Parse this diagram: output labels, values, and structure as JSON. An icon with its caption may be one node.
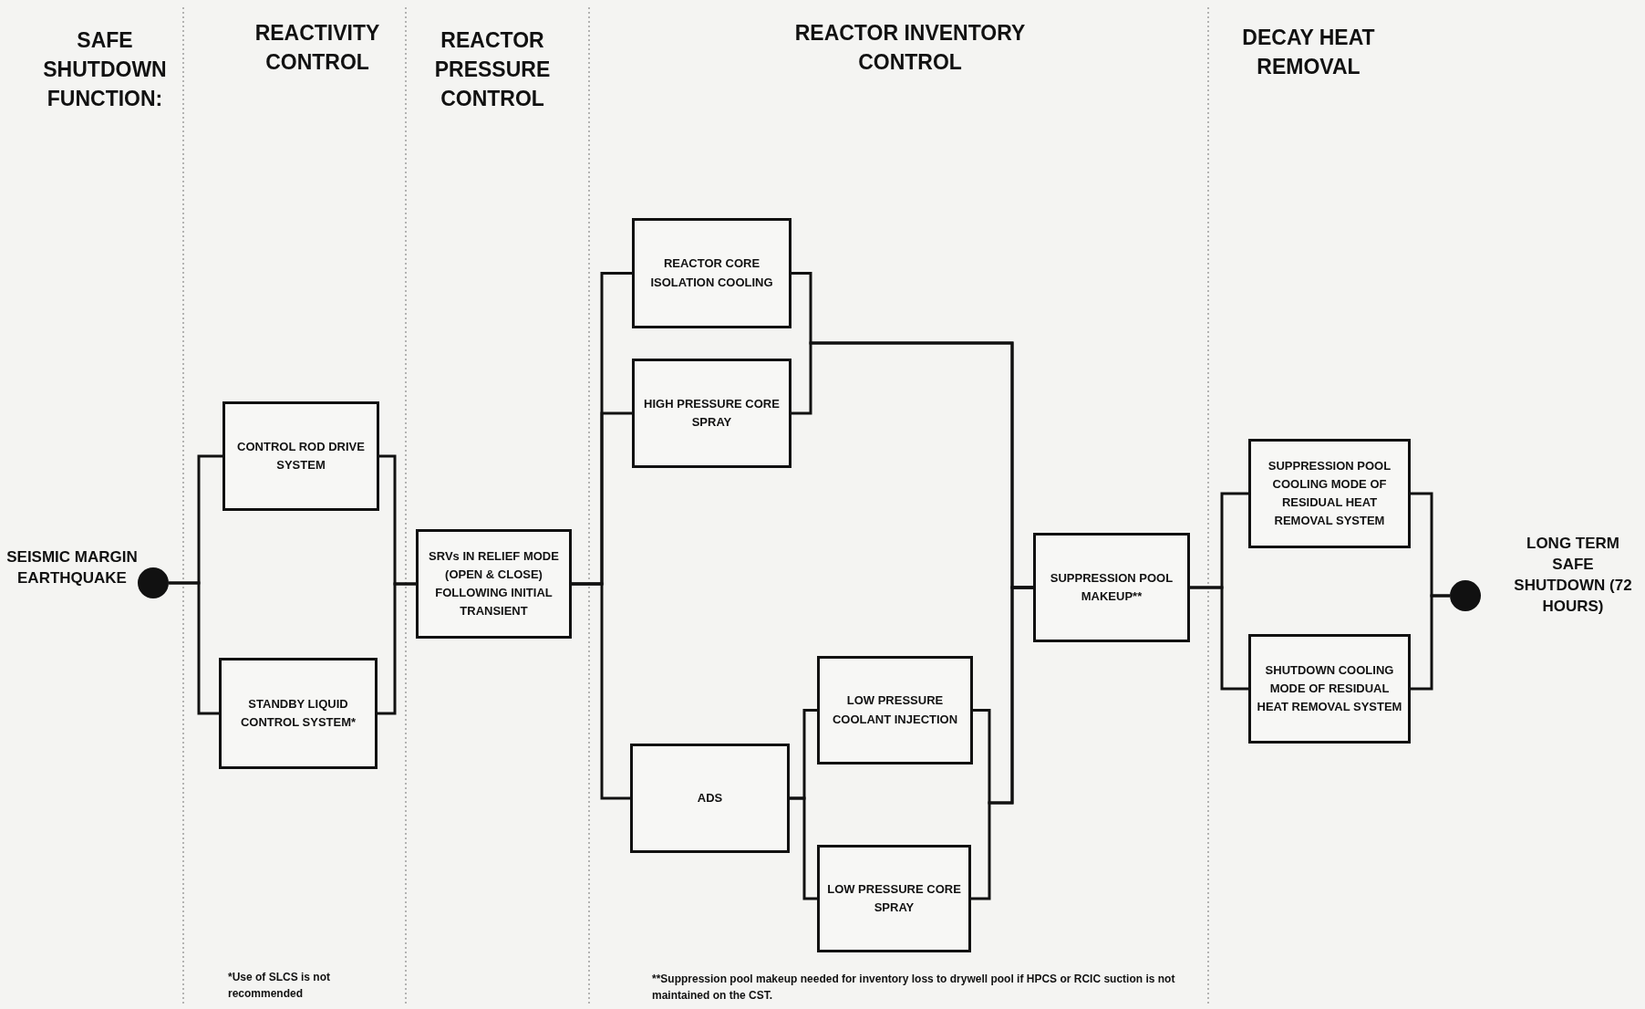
{
  "diagram": {
    "nodes": [
      {
        "text": [],
        "shape": "circle",
        "beside": [
          "SEISMIC MARGIN EARTHQUAKE"
        ]
      },
      {
        "text": [
          "CONTROL ROD DRIVE SYSTEM"
        ]
      },
      {
        "text": [
          "STANDBY LIQUID CONTROL SYSTEM*"
        ]
      },
      {
        "text": [
          "SRVs IN RELIEF MODE (OPEN & CLOSE) FOLLOWING INITIAL TRANSIENT"
        ]
      },
      {
        "text": [
          "REACTOR CORE ISOLATION COOLING"
        ]
      },
      {
        "text": [
          "HIGH PRESSURE CORE SPRAY"
        ]
      },
      {
        "text": [
          "ADS"
        ]
      },
      {
        "text": [
          "LOW PRESSURE COOLANT INJECTION"
        ]
      },
      {
        "text": [
          "LOW PRESSURE CORE SPRAY"
        ]
      },
      {
        "text": [
          "SUPPRESSION POOL MAKEUP**"
        ]
      },
      {
        "text": [
          "SUPPRESSION POOL COOLING MODE OF RESIDUAL HEAT REMOVAL SYSTEM"
        ]
      },
      {
        "text": [
          "SHUTDOWN COOLING MODE OF RESIDUAL HEAT REMOVAL SYSTEM"
        ]
      },
      {
        "text": [],
        "shape": "circle",
        "beside": [
          "LONG TERM SAFE SHUTDOWN (72 HOURS)"
        ]
      }
    ],
    "edges": [
      {
        "from": 0,
        "to": 1,
        "arrow": "none"
      },
      {
        "from": 0,
        "to": 2,
        "arrow": "none"
      },
      {
        "from": 1,
        "to": 3,
        "arrow": "none"
      },
      {
        "from": 2,
        "to": 3,
        "arrow": "none"
      },
      {
        "from": 3,
        "to": 4,
        "arrow": "none"
      },
      {
        "from": 3,
        "to": 5,
        "arrow": "none"
      },
      {
        "from": 3,
        "to": 6,
        "arrow": "none"
      },
      {
        "from": 4,
        "to": 9,
        "arrow": "none"
      },
      {
        "from": 5,
        "to": 9,
        "arrow": "none"
      },
      {
        "from": 6,
        "to": 7,
        "arrow": "none"
      },
      {
        "from": 6,
        "to": 8,
        "arrow": "none"
      },
      {
        "from": 7,
        "to": 9,
        "arrow": "none"
      },
      {
        "from": 8,
        "to": 9,
        "arrow": "none"
      },
      {
        "from": 9,
        "to": 10,
        "arrow": "none"
      },
      {
        "from": 9,
        "to": 11,
        "arrow": "none"
      },
      {
        "from": 10,
        "to": 12,
        "arrow": "none"
      },
      {
        "from": 11,
        "to": 12,
        "arrow": "none"
      }
    ],
    "labels": [
      "SAFE SHUTDOWN FUNCTION:",
      "REACTIVITY CONTROL",
      "REACTOR PRESSURE CONTROL",
      "REACTOR INVENTORY CONTROL",
      "DECAY HEAT REMOVAL",
      "*Use of SLCS is not recommended",
      "**Suppression pool makeup needed for inventory loss to drywell pool if HPCS or RCIC suction is not maintained on the CST."
    ]
  }
}
